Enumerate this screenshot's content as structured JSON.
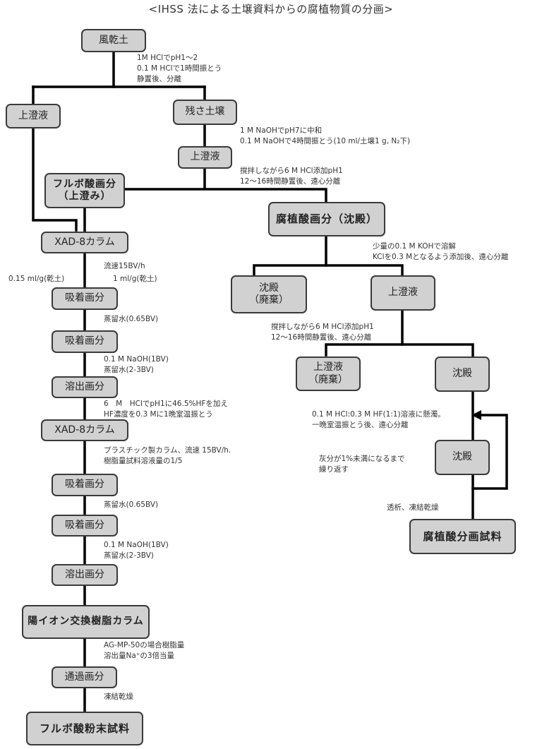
{
  "title": "<IHSS 法による土壌資料からの腐植物質の分画>",
  "nodes": {
    "air_dried_soil": "風乾土",
    "supernatant_1": "上澄液",
    "residual_soil": "残さ土壌",
    "supernatant_2": "上澄液",
    "fulvic_fraction": "フルボ酸画分\n（上澄み）",
    "humic_fraction": "腐植酸画分（沈殿）",
    "xad8_column_1": "XAD-8カラム",
    "adsorbed_1": "吸着画分",
    "adsorbed_2": "吸着画分",
    "eluted_1": "溶出画分",
    "xad8_column_2": "XAD-8カラム",
    "adsorbed_3": "吸着画分",
    "adsorbed_4": "吸着画分",
    "eluted_2": "溶出画分",
    "cation_column": "陽イオン交換樹脂カラム",
    "passed_fraction": "通過画分",
    "fulvic_powder": "フルボ酸粉末試料",
    "precipitate_discard": "沈殿\n（廃棄）",
    "supernatant_3": "上澄液",
    "supernatant_discard": "上澄液\n（廃棄）",
    "precipitate_1": "沈殿",
    "precipitate_2": "沈殿",
    "humic_sample": "腐植酸分画試料"
  },
  "notes": {
    "acid_treatment": "1M HClでpH1～2\n0.1 M HClで1時間振とう\n静置後、分離",
    "naoh_treatment": "1 M NaOHでpH7に中和\n0.1 M NaOHで4時間振とう(10 ml/土壌1 g, N₂下)",
    "hcl_precip_1": "撹拌しながら6 M HCl添加pH1\n12～16時間静置後、遠心分離",
    "flow_rate_1": "流速15BV/h",
    "left_volume": "0.15 ml/g(乾土)",
    "right_volume": "1 ml/g(乾土)",
    "water_1": "蒸留水(0.65BV)",
    "naoh_elution_1": "0.1 M NaOH(1BV)\n蒸留水(2-3BV)",
    "hf_treatment": "6　M　HClでpH1に46.5%HFを加え\nHF濃度を0.3 Mに1晩室温振とう",
    "plastic_column": "プラスチック製カラム、流速 15BV/h.\n樹脂量試料溶液量の1/5",
    "water_2": "蒸留水(0.65BV)",
    "naoh_elution_2": "0.1 M NaOH(1BV)\n蒸留水(2-3BV)",
    "resin_amount": "AG-MP-50の場合樹脂量\n溶出量Na⁺の3倍当量",
    "freeze_dry_1": "凍結乾燥",
    "koh_dissolve": "少量の0.1 M KOHで溶解\nKClを0.3 Mとなるよう添加後、遠心分離",
    "hcl_precip_2": "撹拌しながら6 M HCl添加pH1\n12～16時間静置後、遠心分離",
    "hf_suspend": "0.1 M HCl:0.3 M HF(1:1)溶液に懸濁。\n一晩室温振とう後、遠心分離",
    "repeat_until": "灰分が1%未満になるまで\n繰り返す",
    "dialysis": "透析、凍結乾燥"
  }
}
